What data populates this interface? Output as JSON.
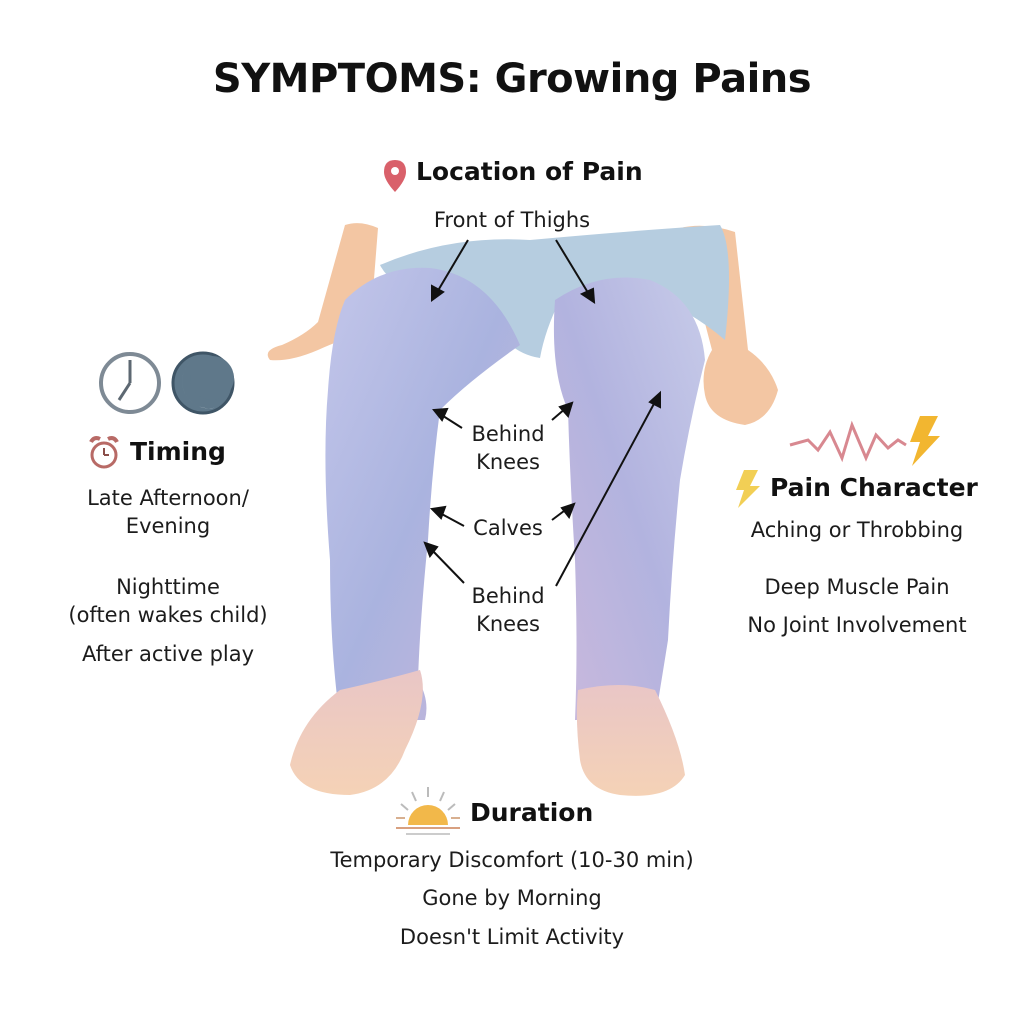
{
  "title": "SYMPTOMS: Growing Pains",
  "location": {
    "icon": "map-pin-icon",
    "heading": "Location of Pain",
    "labels": {
      "front_thighs": "Front of Thighs",
      "behind_knees_top_1": "Behind",
      "behind_knees_top_2": "Knees",
      "calves": "Calves",
      "behind_knees_bottom_1": "Behind",
      "behind_knees_bottom_2": "Knees"
    }
  },
  "timing": {
    "icons": [
      "clock-icon",
      "moon-icon",
      "alarm-clock-icon"
    ],
    "heading": "Timing",
    "lines": [
      "Late Afternoon/",
      "Evening",
      "Nighttime",
      "(often wakes child)",
      "After active play"
    ]
  },
  "pain_character": {
    "icons": [
      "pulse-wave-icon",
      "lightning-icon"
    ],
    "heading": "Pain Character",
    "lines": [
      "Aching or Throbbing",
      "Deep Muscle Pain",
      "No Joint Involvement"
    ]
  },
  "duration": {
    "icon": "sunrise-icon",
    "heading": "Duration",
    "lines": [
      "Temporary Discomfort (10-30 min)",
      "Gone by Morning",
      "Doesn't Limit Activity"
    ]
  },
  "colors": {
    "skin": "#f3c9a8",
    "leg_tint": "#b7b8e0",
    "shorts": "#a9c4d6",
    "pin": "#d9606a",
    "alarm": "#b86a66",
    "clock": "#7e8a95",
    "moon": "#4f6677",
    "wave": "#d88890",
    "bolt": "#f2b630",
    "sun": "#f2b84a"
  }
}
